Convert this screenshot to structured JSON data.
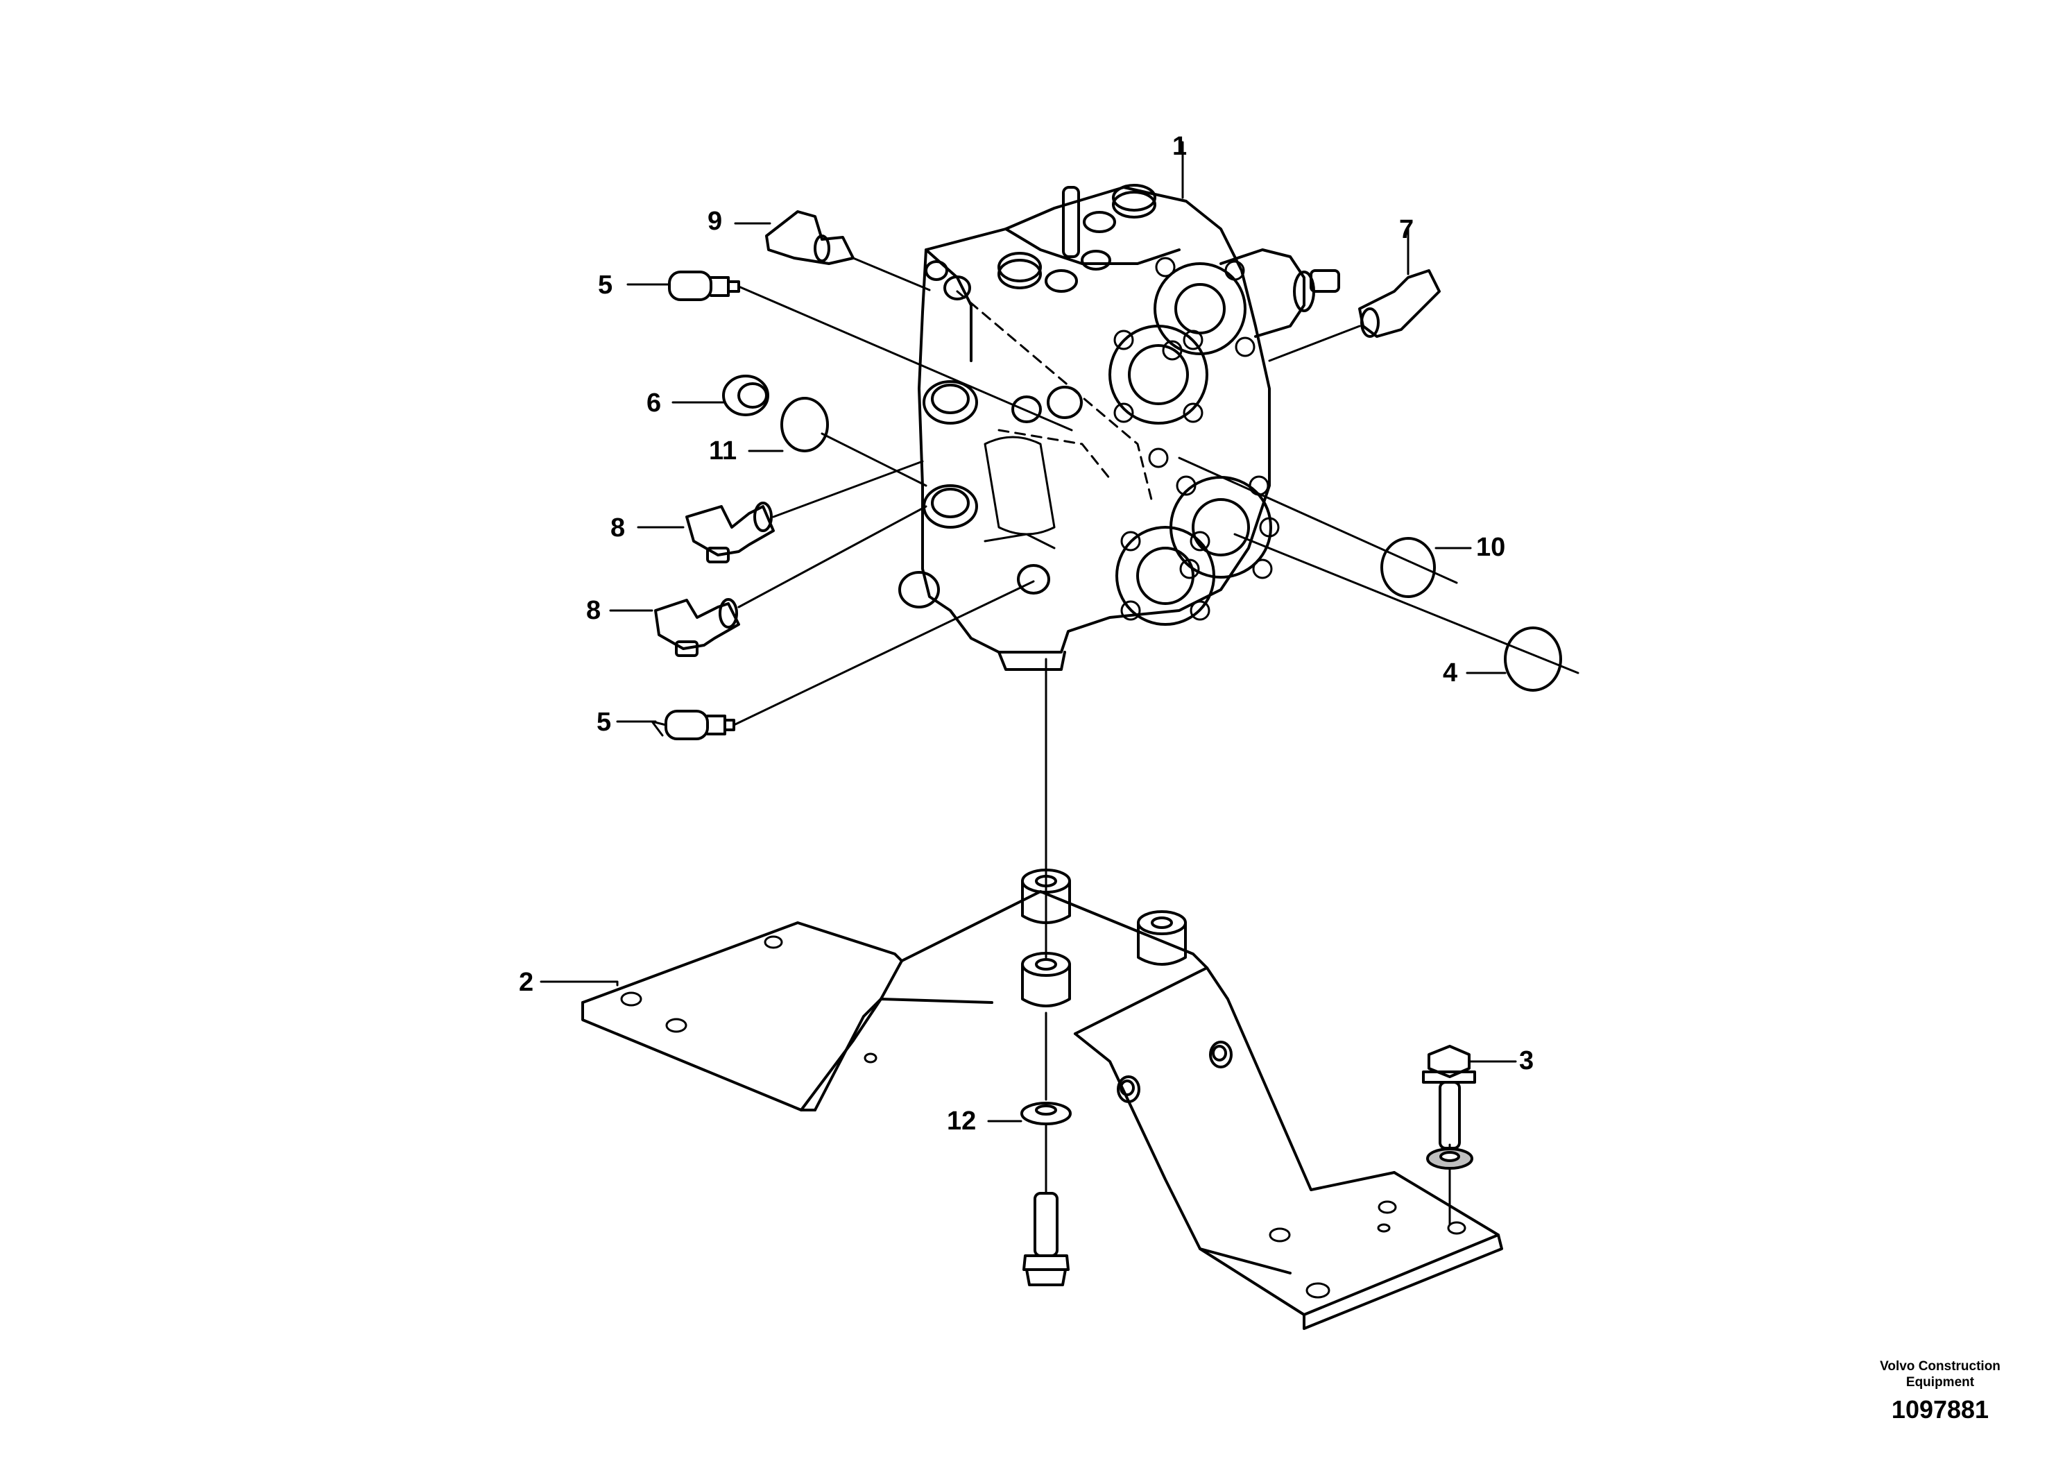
{
  "callouts": {
    "c1": "1",
    "c2": "2",
    "c3": "3",
    "c4": "4",
    "c5a": "5",
    "c5b": "5",
    "c6": "6",
    "c7": "7",
    "c8a": "8",
    "c8b": "8",
    "c9": "9",
    "c10": "10",
    "c11": "11",
    "c12": "12"
  },
  "footer": {
    "maker_line1": "Volvo Construction",
    "maker_line2": "Equipment",
    "doc_number": "1097881"
  },
  "colors": {
    "line": "#000000",
    "background": "#ffffff",
    "shade": "#bfbfbf"
  }
}
